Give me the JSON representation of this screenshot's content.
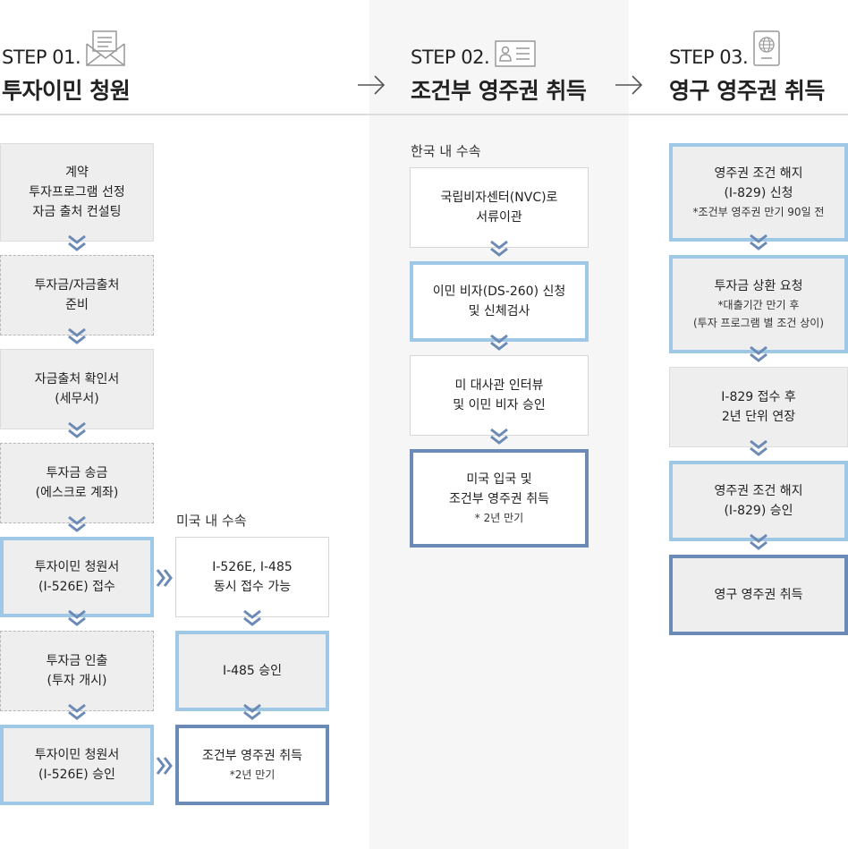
{
  "steps": [
    {
      "num": "STEP 01.",
      "title": "투자이민 청원",
      "icon": "envelope-icon"
    },
    {
      "num": "STEP 02.",
      "title": "조건부 영주권 취득",
      "icon": "id-card-icon"
    },
    {
      "num": "STEP 03.",
      "title": "영구 영주권 취득",
      "icon": "passport-icon"
    }
  ],
  "col1": [
    {
      "lines": [
        "계약",
        "투자프로그램 선정",
        "자금 출처 컨설팅"
      ]
    },
    {
      "lines": [
        "투자금/자금출처",
        "준비"
      ]
    },
    {
      "lines": [
        "자금출처 확인서",
        "(세무서)"
      ]
    },
    {
      "lines": [
        "투자금 송금",
        "(에스크로 계좌)"
      ]
    },
    {
      "lines": [
        "투자이민 청원서",
        "(I-526E) 접수"
      ]
    },
    {
      "lines": [
        "투자금 인출",
        "(투자 개시)"
      ]
    },
    {
      "lines": [
        "투자이민 청원서",
        "(I-526E) 승인"
      ]
    }
  ],
  "us_label": "미국 내 수속",
  "col1b": [
    {
      "lines": [
        "I-526E, I-485",
        "동시 접수 가능"
      ]
    },
    {
      "lines": [
        "I-485 승인"
      ]
    },
    {
      "lines": [
        "조건부 영주권 취득"
      ],
      "note": "*2년 만기"
    }
  ],
  "korea_label": "한국 내 수속",
  "col2": [
    {
      "lines": [
        "국립비자센터(NVC)로",
        "서류이관"
      ]
    },
    {
      "lines": [
        "이민 비자(DS-260) 신청",
        "및 신체검사"
      ]
    },
    {
      "lines": [
        "미 대사관 인터뷰",
        "및 이민 비자 승인"
      ]
    },
    {
      "lines": [
        "미국 입국 및",
        "조건부 영주권 취득"
      ],
      "note": "* 2년 만기"
    }
  ],
  "col3": [
    {
      "lines": [
        "영주권 조건 해지",
        "(I-829) 신청"
      ],
      "note": "*조건부 영주권 만기 90일 전"
    },
    {
      "lines": [
        "투자금 상환 요청"
      ],
      "note": "*대출기간 만기 후",
      "note2": "(투자 프로그램 별 조건 상이)"
    },
    {
      "lines": [
        "I-829 접수 후",
        "2년 단위 연장"
      ]
    },
    {
      "lines": [
        "영주권 조건 해지",
        "(I-829) 승인"
      ]
    },
    {
      "lines": [
        "영구 영주권 취득"
      ]
    }
  ],
  "colors": {
    "light_blue": "#9ec8e6",
    "dark_blue": "#6b8ab5",
    "chevron": "#6b8ab5",
    "gray_box": "#eeeeee"
  }
}
